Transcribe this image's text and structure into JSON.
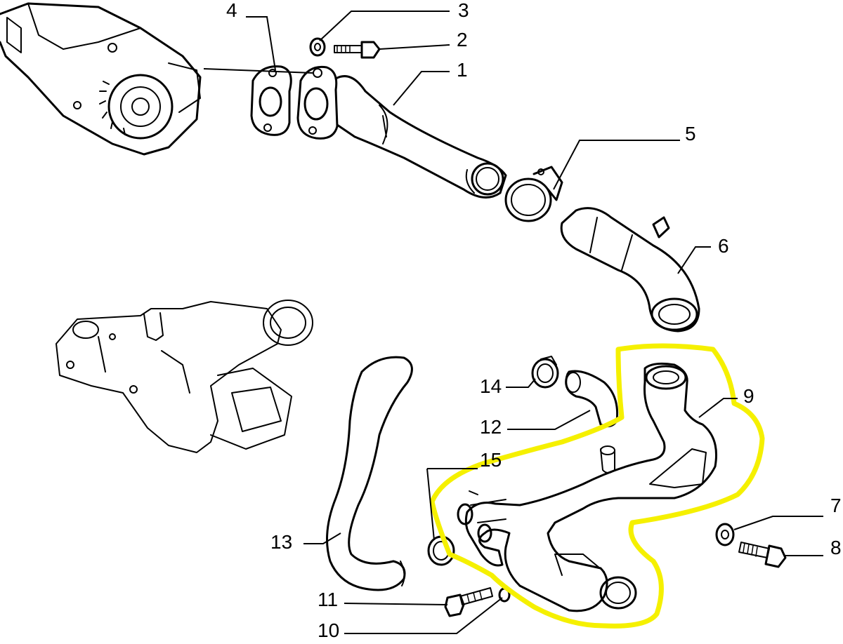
{
  "diagram": {
    "callouts": [
      {
        "id": "1",
        "text": "1"
      },
      {
        "id": "2",
        "text": "2"
      },
      {
        "id": "3",
        "text": "3"
      },
      {
        "id": "4",
        "text": "4"
      },
      {
        "id": "5",
        "text": "5"
      },
      {
        "id": "6",
        "text": "6"
      },
      {
        "id": "7",
        "text": "7"
      },
      {
        "id": "8",
        "text": "8"
      },
      {
        "id": "9",
        "text": "9"
      },
      {
        "id": "10",
        "text": "10"
      },
      {
        "id": "11",
        "text": "11"
      },
      {
        "id": "12",
        "text": "12"
      },
      {
        "id": "13",
        "text": "13"
      },
      {
        "id": "14",
        "text": "14"
      },
      {
        "id": "15",
        "text": "15"
      }
    ],
    "highlight": {
      "part": "9",
      "color": "#f5f000"
    },
    "line_color": "#000000"
  }
}
